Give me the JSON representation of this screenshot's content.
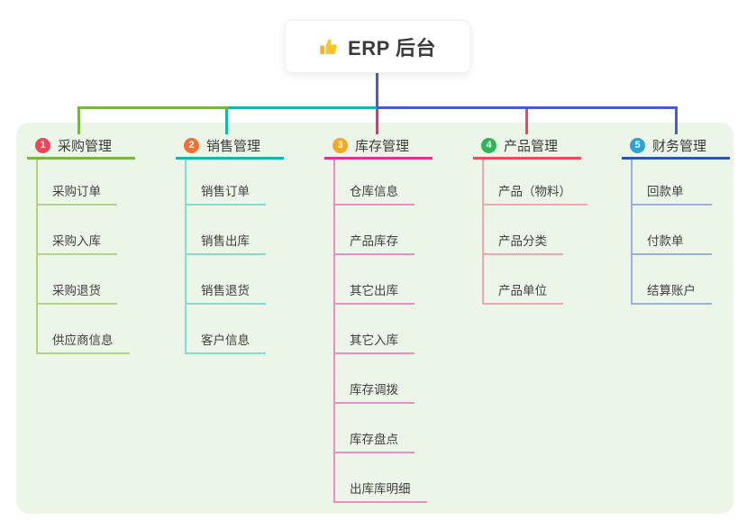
{
  "root": {
    "label": "ERP 后台",
    "icon": "thumbs-up-icon",
    "icon_color": "#f2b71f"
  },
  "panel_color": "#ecf6e8",
  "connectors": {
    "root_drop_color": "#4a5acf",
    "segments": [
      {
        "name": "left",
        "color": "#7db342"
      },
      {
        "name": "middle",
        "color": "#14b8a6"
      },
      {
        "name": "right",
        "color": "#4a5acf"
      }
    ],
    "drop_colors": [
      "#7db342",
      "#14b8a6",
      "#e0318f",
      "#f0485e",
      "#4a5acf"
    ]
  },
  "branches": [
    {
      "index": "1",
      "label": "采购管理",
      "badge_color": "#ee4558",
      "line_color": "#7db342",
      "child_line_color": "#b2d489",
      "children": [
        "采购订单",
        "采购入库",
        "采购退货",
        "供应商信息"
      ]
    },
    {
      "index": "2",
      "label": "销售管理",
      "badge_color": "#ed7036",
      "line_color": "#14b8a6",
      "child_line_color": "#84dbce",
      "children": [
        "销售订单",
        "销售出库",
        "销售退货",
        "客户信息"
      ]
    },
    {
      "index": "3",
      "label": "库存管理",
      "badge_color": "#f6a623",
      "line_color": "#e0318f",
      "child_line_color": "#f08cc5",
      "children": [
        "仓库信息",
        "产品库存",
        "其它出库",
        "其它入库",
        "库存调拨",
        "库存盘点",
        "出库库明细"
      ]
    },
    {
      "index": "4",
      "label": "产品管理",
      "badge_color": "#2fb457",
      "line_color": "#f0485e",
      "child_line_color": "#f8a3ae",
      "children": [
        "产品（物料）",
        "产品分类",
        "产品单位"
      ]
    },
    {
      "index": "5",
      "label": "财务管理",
      "badge_color": "#2ca3d5",
      "line_color": "#2d55a9",
      "child_line_color": "#9ab1e0",
      "children": [
        "回款单",
        "付款单",
        "结算账户"
      ]
    }
  ]
}
